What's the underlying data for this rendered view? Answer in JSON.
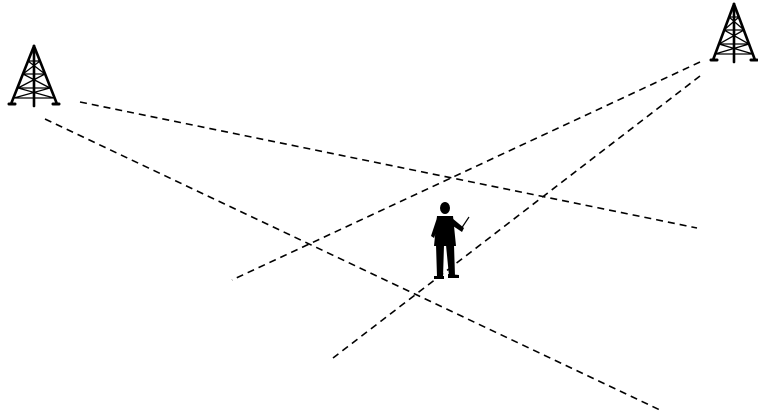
{
  "scene": {
    "towers": [
      {
        "name": "left"
      },
      {
        "name": "right"
      }
    ],
    "figure": {
      "holds": "pointer"
    },
    "lines": {
      "style": "dashed",
      "color": "#000000"
    }
  }
}
